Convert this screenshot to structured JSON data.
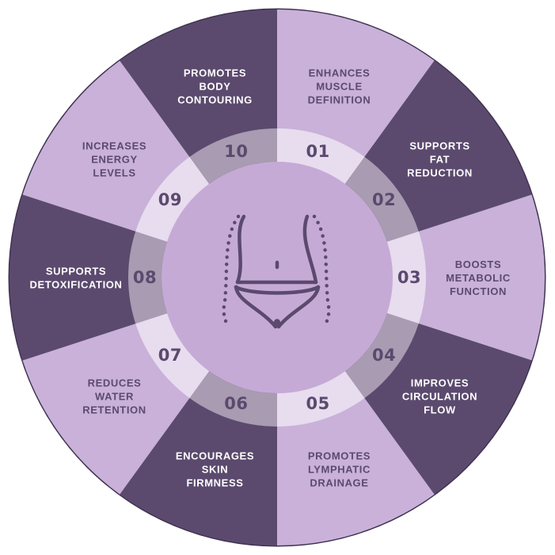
{
  "segments": [
    {
      "number": "01",
      "lines": [
        "ENHANCES",
        "MUSCLE",
        "DEFINITION"
      ],
      "tone": "light"
    },
    {
      "number": "02",
      "lines": [
        "SUPPORTS",
        "FAT",
        "REDUCTION"
      ],
      "tone": "dark"
    },
    {
      "number": "03",
      "lines": [
        "BOOSTS",
        "METABOLIC",
        "FUNCTION"
      ],
      "tone": "light"
    },
    {
      "number": "04",
      "lines": [
        "IMPROVES",
        "CIRCULATION",
        "FLOW"
      ],
      "tone": "dark"
    },
    {
      "number": "05",
      "lines": [
        "PROMOTES",
        "LYMPHATIC",
        "DRAINAGE"
      ],
      "tone": "light"
    },
    {
      "number": "06",
      "lines": [
        "ENCOURAGES",
        "SKIN",
        "FIRMNESS"
      ],
      "tone": "dark"
    },
    {
      "number": "07",
      "lines": [
        "REDUCES",
        "WATER",
        "RETENTION"
      ],
      "tone": "light"
    },
    {
      "number": "08",
      "lines": [
        "SUPPORTS",
        "DETOXIFICATION"
      ],
      "tone": "dark"
    },
    {
      "number": "09",
      "lines": [
        "INCREASES",
        "ENERGY",
        "LEVELS"
      ],
      "tone": "light"
    },
    {
      "number": "10",
      "lines": [
        "PROMOTES",
        "BODY",
        "CONTOURING"
      ],
      "tone": "dark"
    }
  ],
  "colors": {
    "outline": "#3f3250",
    "dark_segment": "#5b4a6e",
    "light_segment": "#c9b1d9",
    "dark_text": "#ffffff",
    "light_text": "#5b4a6e",
    "ring_light": "#e8dcef",
    "ring_dark": "#a89bb2",
    "center": "#c6aad6",
    "icon": "#5b4a6e"
  },
  "center_icon": "waist-body-contour-icon"
}
